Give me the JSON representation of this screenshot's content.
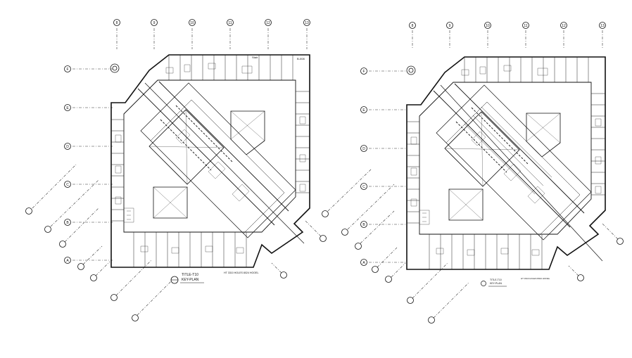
{
  "drawing": {
    "background": "#ffffff",
    "ink": "#111111",
    "plans": [
      {
        "id": "plan-left",
        "grid_bubbles_top": [
          "8",
          "9",
          "10",
          "11",
          "12",
          "13"
        ],
        "grid_bubbles_left": [
          "F",
          "E",
          "D",
          "C",
          "B",
          "A"
        ],
        "corner_label": "B-008",
        "stair_tag": "Stair",
        "title_line1": "TITLE-T10",
        "title_line2": "KEY-PLAN",
        "title_caption": "HT 3310 HOLES 8024 HOOEL"
      },
      {
        "id": "plan-right",
        "grid_bubbles_top": [
          "8",
          "9",
          "10",
          "11",
          "12",
          "13"
        ],
        "grid_bubbles_left": [
          "F",
          "E",
          "D",
          "C",
          "B",
          "A"
        ],
        "corner_label": "",
        "stair_tag": "",
        "title_line1": "TITLE-T10",
        "title_line2": "KEY-PLAN",
        "title_caption": "HT 3310 HOLES 8024 HOOEL"
      }
    ]
  }
}
